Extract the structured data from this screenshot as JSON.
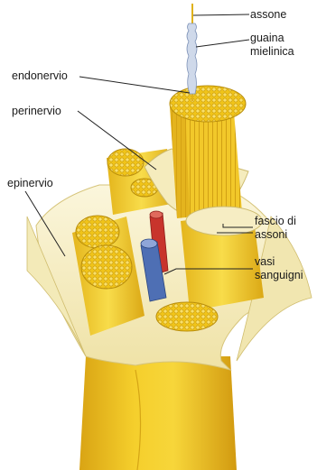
{
  "labels": {
    "assone": "assone",
    "guaina": "guaina",
    "mielinica": "mielinica",
    "endonervio": "endonervio",
    "perinervio": "perinervio",
    "epinervio": "epinervio",
    "fascio_di": "fascio di",
    "assoni": "assoni",
    "vasi": "vasi",
    "sanguigni": "sanguigni"
  },
  "colors": {
    "nerve_yellow": "#f2cc2a",
    "nerve_shadow": "#d9a914",
    "sheath_cream": "#f6efc4",
    "artery_red": "#c8342c",
    "vein_blue": "#4e6fb4",
    "leader_line": "#222222"
  }
}
